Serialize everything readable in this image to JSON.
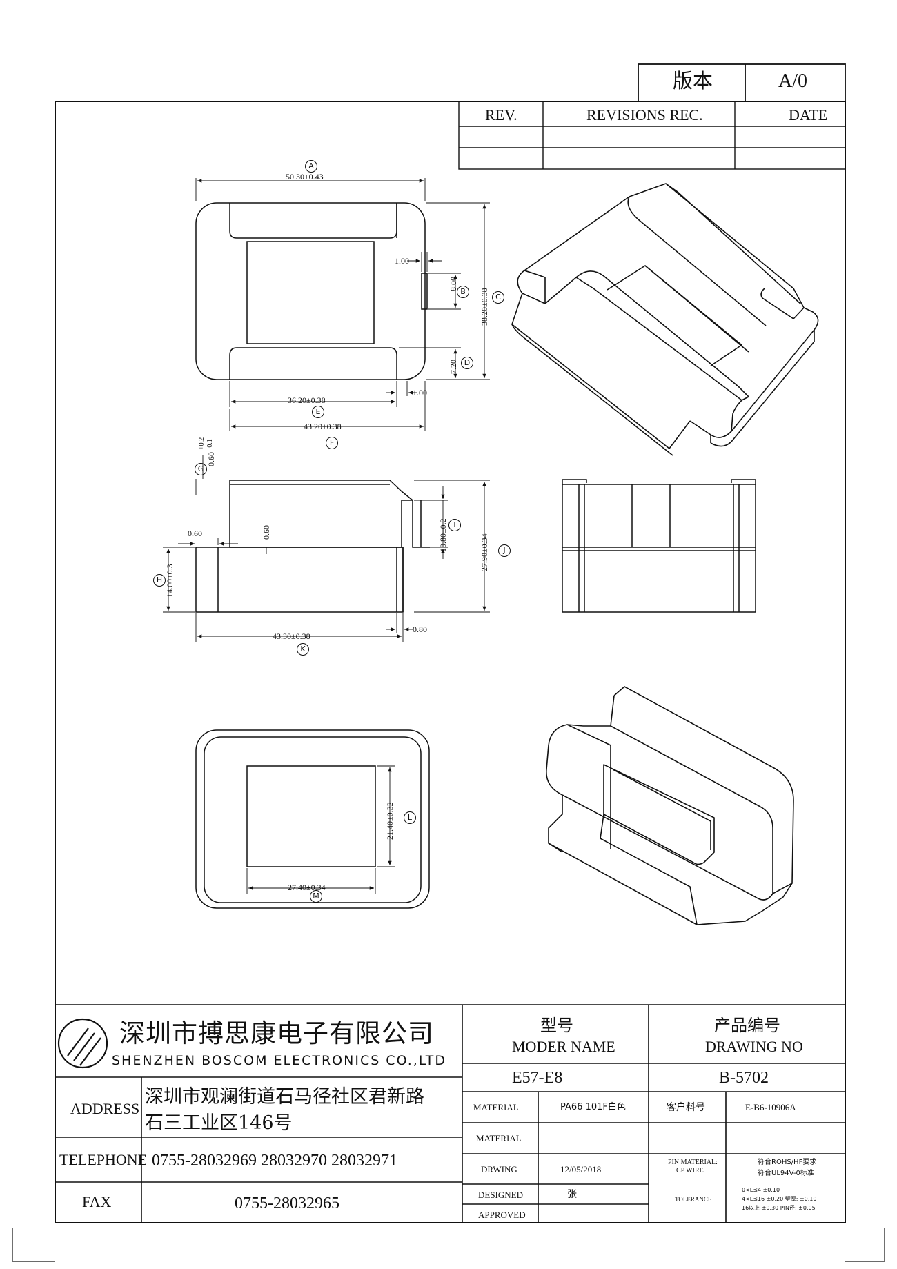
{
  "version_box": {
    "label": "版本",
    "value": "A/0"
  },
  "revision_table": {
    "rev": "REV.",
    "revisions_rec": "REVISIONS REC.",
    "date": "DATE"
  },
  "dimensions": {
    "A": "50.30±0.43",
    "d_1_00_top": "1.00",
    "B": "8.00",
    "C": "38.20±0.38",
    "D": "7.20",
    "E": "36.20±0.38",
    "d_1_00_bottom": "1.00",
    "F": "43.20±0.38",
    "G": "0.60",
    "G_tol_plus": "+0.2",
    "G_tol_minus": "-0.1",
    "d_0_60_left": "0.60",
    "d_0_60_inner": "0.60",
    "H": "14.00±0.3",
    "I": "10.80±0.2",
    "J": "27.90±0.34",
    "K": "43.30±0.38",
    "d_0_80": "0.80",
    "L": "21.40±0.32",
    "M": "27.40±0.34"
  },
  "balloons": [
    "A",
    "B",
    "C",
    "D",
    "E",
    "F",
    "G",
    "H",
    "I",
    "J",
    "K",
    "L",
    "M"
  ],
  "title_block": {
    "company_cn": "深圳市搏思康电子有限公司",
    "company_en": "SHENZHEN BOSCOM ELECTRONICS CO.,LTD",
    "logo_icon": "boscom-logo",
    "model_label_cn": "型号",
    "model_label_en": "MODER NAME",
    "model_value": "E57-E8",
    "drawing_label_cn": "产品编号",
    "drawing_label_en": "DRAWING NO",
    "drawing_value": "B-5702",
    "address_label": "ADDRESS",
    "address_line1": "深圳市观澜街道石马径社区君新路",
    "address_line2": "石三工业区146号",
    "telephone_label": "TELEPHONE",
    "telephone_value": "0755-28032969 28032970 28032971",
    "fax_label": "FAX",
    "fax_value": "0755-28032965",
    "material_label": "MATERIAL",
    "material_value": "PA66  101F白色",
    "customer_part_label": "客户料号",
    "customer_part_value": "E-B6-10906A",
    "material2_label": "MATERIAL",
    "drwing_label": "DRWING",
    "drwing_value": "12/05/2018",
    "pin_material_label1": "PIN MATERIAL:",
    "pin_material_label2": "CP WIRE",
    "rohs_line1": "符合ROHS/HF要求",
    "rohs_line2": "符合UL94V-0标准",
    "designed_label": "DESIGNED",
    "designed_value": "张",
    "approved_label": "APPROVED",
    "tolerance_label": "TOLERANCE",
    "tolerance_line1": "0<L≤4 ±0.10",
    "tolerance_line2": "4<L≤16 ±0.20  壁厚: ±0.10",
    "tolerance_line3": "16以上  ±0.30  PIN径: ±0.05"
  }
}
